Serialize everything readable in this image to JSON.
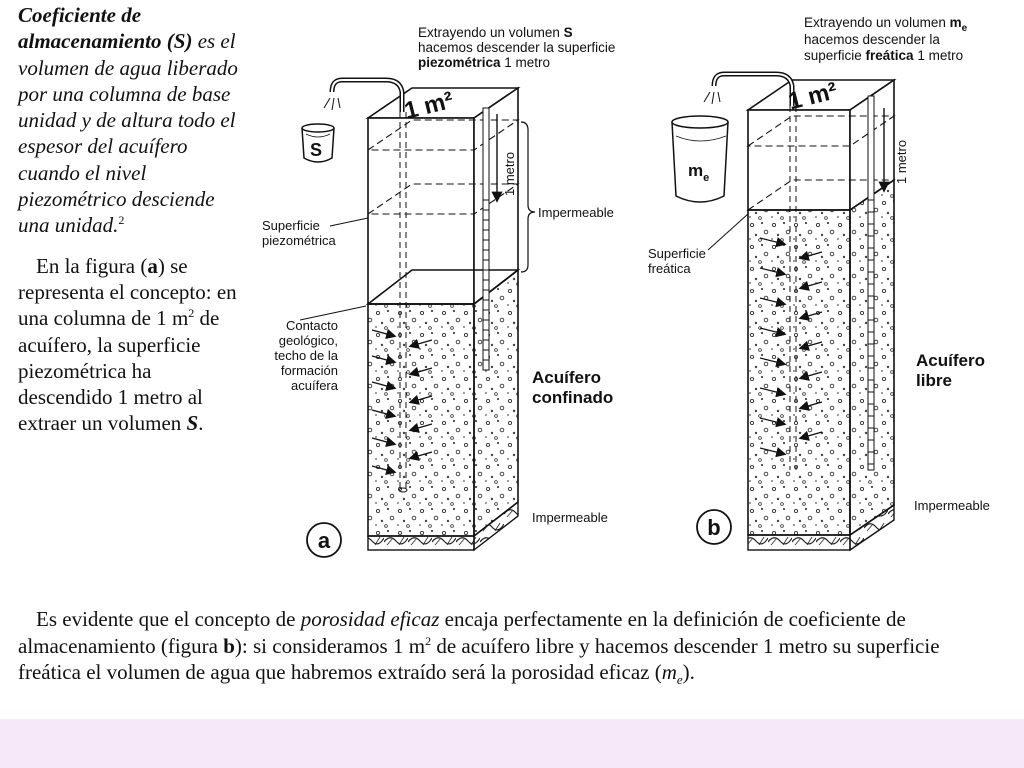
{
  "definition": {
    "term": "Coeficiente de almacenamiento",
    "symbol_open": "(",
    "symbol": "S",
    "symbol_close": ")",
    "body": "es el volumen de agua liberado por una columna de base unidad y de altura todo el espesor del acuífero cuando el nivel piezométrico desciende una unidad.",
    "footnote": "2"
  },
  "figure_a_text": {
    "p1": "En la figura (",
    "p1_bold": "a",
    "p2": ") se representa el concepto: en una columna de 1 m",
    "p2_sup": "2",
    "p3": " de acuífero, la superficie piezométrica ha descendido 1 metro al extraer un volumen ",
    "p3_symbol": "S",
    "p4": "."
  },
  "bottom_text": {
    "p1": "Es evidente que el concepto de ",
    "p1_italic": "porosidad eficaz",
    "p2": " encaja perfectamente en la definición de coeficiente de almacenamiento (figura ",
    "p2_bold": "b",
    "p3": "): si consideramos 1 m",
    "p3_sup": "2",
    "p4": " de acuífero libre y hacemos descender 1 metro su superficie freática el volumen de agua que habremos extraído será la porosidad eficaz (",
    "p4_italic": "m",
    "p4_sub": "e",
    "p5": ")."
  },
  "diagram_a": {
    "caption_line1": "Extrayendo un volumen ",
    "caption_symbol": "S",
    "caption_line2": "hacemos descender la superficie",
    "caption_line3_bold": "piezométrica",
    "caption_line3_rest": " 1 metro",
    "area": "1 m²",
    "bucket": "S",
    "meter": "1 metro",
    "impermeable_top": "Impermeable",
    "surface_l1": "Superficie",
    "surface_l2": "piezométrica",
    "contact_l1": "Contacto",
    "contact_l2": "geológico,",
    "contact_l3": "techo de la",
    "contact_l4": "formación",
    "contact_l5": "acuífera",
    "aquifer_l1": "Acuífero",
    "aquifer_l2": "confinado",
    "impermeable_bottom": "Impermeable",
    "panel": "a"
  },
  "diagram_b": {
    "caption_line1": "Extrayendo un volumen ",
    "caption_symbol": "m",
    "caption_symbol_sub": "e",
    "caption_line2": "hacemos descender la",
    "caption_line3_pre": "superficie ",
    "caption_line3_bold": "freática",
    "caption_line3_rest": " 1 metro",
    "area": "1 m²",
    "bucket": "m",
    "bucket_sub": "e",
    "meter": "1 metro",
    "surface_l1": "Superficie",
    "surface_l2": "freática",
    "aquifer_l1": "Acuífero",
    "aquifer_l2": "libre",
    "impermeable_bottom": "Impermeable",
    "panel": "b"
  },
  "colors": {
    "footer_band": "#f6e8f8",
    "ink": "#111111"
  }
}
